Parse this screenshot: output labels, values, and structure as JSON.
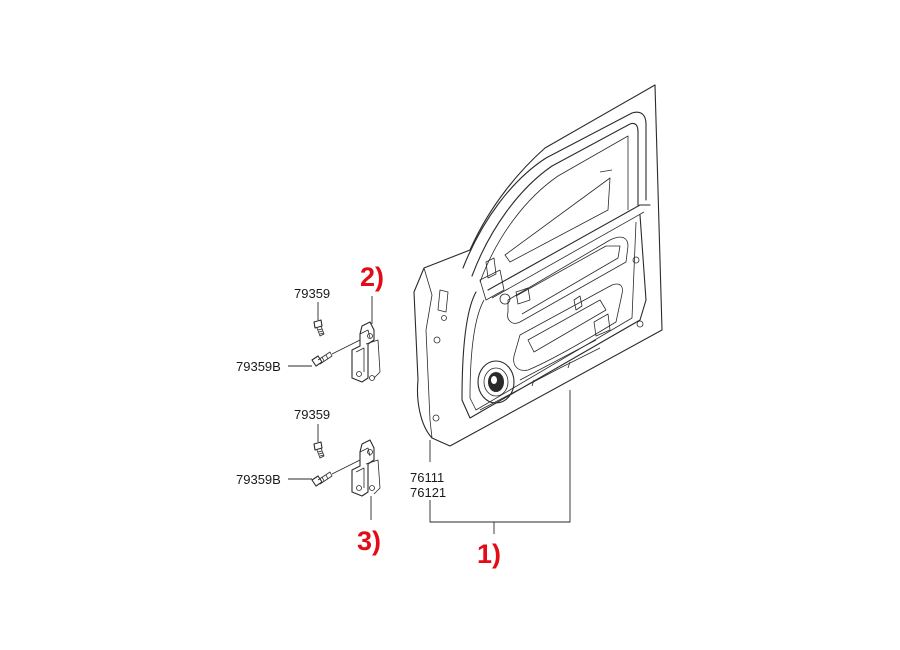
{
  "diagram": {
    "parts": {
      "upper_bolt": "79359",
      "upper_bolt_b": "79359B",
      "lower_bolt": "79359",
      "lower_bolt_b": "79359B",
      "door_panel_left": "76111",
      "door_panel_right": "76121"
    },
    "callouts": {
      "door": "1)",
      "upper_hinge": "2)",
      "lower_hinge": "3)"
    },
    "colors": {
      "callout": "#e30b17",
      "linework": "#2a2a2a"
    }
  }
}
